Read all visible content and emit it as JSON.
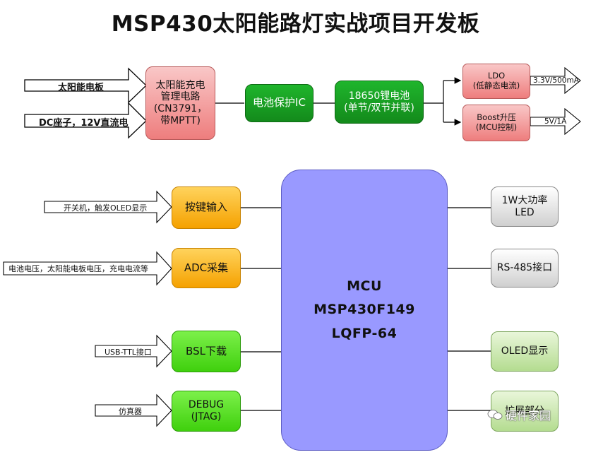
{
  "title": "MSP430太阳能路灯实战项目开发板",
  "inputs": {
    "solar": "太阳能电板",
    "dc": "DC座子，12V直流电"
  },
  "power": {
    "charger": [
      "太阳能充电",
      "管理电路",
      "(CN3791，",
      "带MPTT)"
    ],
    "protect": "电池保护IC",
    "battery": [
      "18650锂电池",
      "(单节/双节并联)"
    ],
    "ldo": [
      "LDO",
      "(低静态电流)"
    ],
    "boost": [
      "Boost升压",
      "(MCU控制)"
    ],
    "ldo_out": "3.3V/500mA",
    "boost_out": "5V/1A"
  },
  "left_modules": {
    "key": "按键输入",
    "adc": "ADC采集",
    "bsl": "BSL下载",
    "debug": [
      "DEBUG",
      "(JTAG)"
    ]
  },
  "left_labels": {
    "key": "开关机，触发OLED显示",
    "adc": "电池电压，太阳能电板电压，充电电流等",
    "bsl": "USB-TTL接口",
    "debug": "仿真器"
  },
  "mcu": [
    "MCU",
    "MSP430F149",
    "LQFP-64"
  ],
  "right_modules": {
    "led": [
      "1W大功率",
      "LED"
    ],
    "rs485": "RS-485接口",
    "oled": "OLED显示",
    "ext": "扩展部分"
  },
  "watermark": "硬件家园"
}
